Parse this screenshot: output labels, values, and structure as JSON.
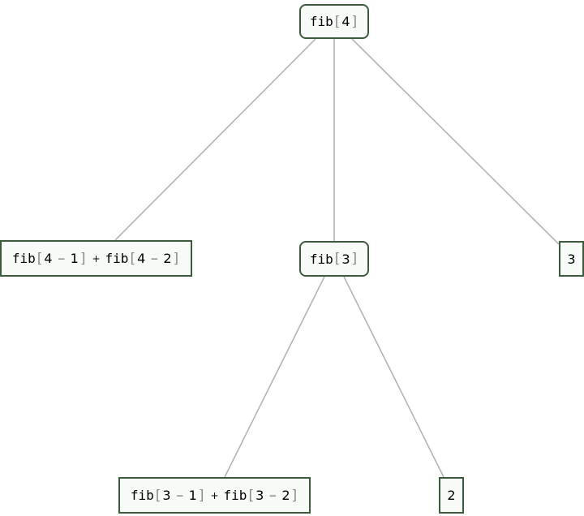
{
  "tree": {
    "root": {
      "fn": "fib",
      "arg": "4"
    },
    "left": {
      "terms": [
        {
          "fn": "fib",
          "a": "4",
          "op": "−",
          "b": "1"
        },
        {
          "fn": "fib",
          "a": "4",
          "op": "−",
          "b": "2"
        }
      ],
      "plus": "+"
    },
    "middle": {
      "fn": "fib",
      "arg": "3"
    },
    "right": {
      "value": "3"
    },
    "middle_left": {
      "terms": [
        {
          "fn": "fib",
          "a": "3",
          "op": "−",
          "b": "1"
        },
        {
          "fn": "fib",
          "a": "3",
          "op": "−",
          "b": "2"
        }
      ],
      "plus": "+"
    },
    "middle_right": {
      "value": "2"
    }
  },
  "colors": {
    "edge": "#b4b4ae",
    "node_border": "#3c5a3c",
    "node_fill": "#f7faf7",
    "bracket": "#8a8a8a"
  }
}
